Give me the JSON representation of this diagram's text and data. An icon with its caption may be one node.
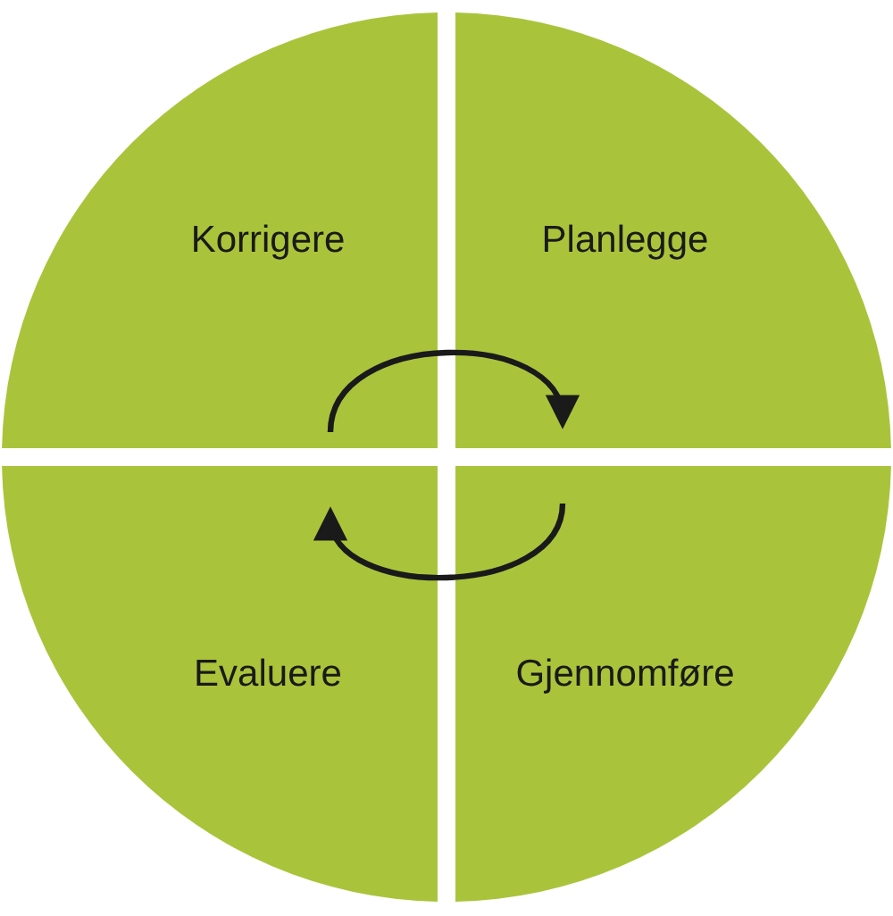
{
  "diagram": {
    "nodes": [
      {
        "text": [
          "Korrigere"
        ]
      },
      {
        "text": [
          "Planlegge"
        ]
      },
      {
        "text": [
          "Gjennomføre"
        ]
      },
      {
        "text": [
          "Evaluere"
        ]
      }
    ],
    "edges": [
      {
        "from": 0,
        "to": 1,
        "arrow": "to"
      },
      {
        "from": 2,
        "to": 3,
        "arrow": "to"
      }
    ]
  }
}
